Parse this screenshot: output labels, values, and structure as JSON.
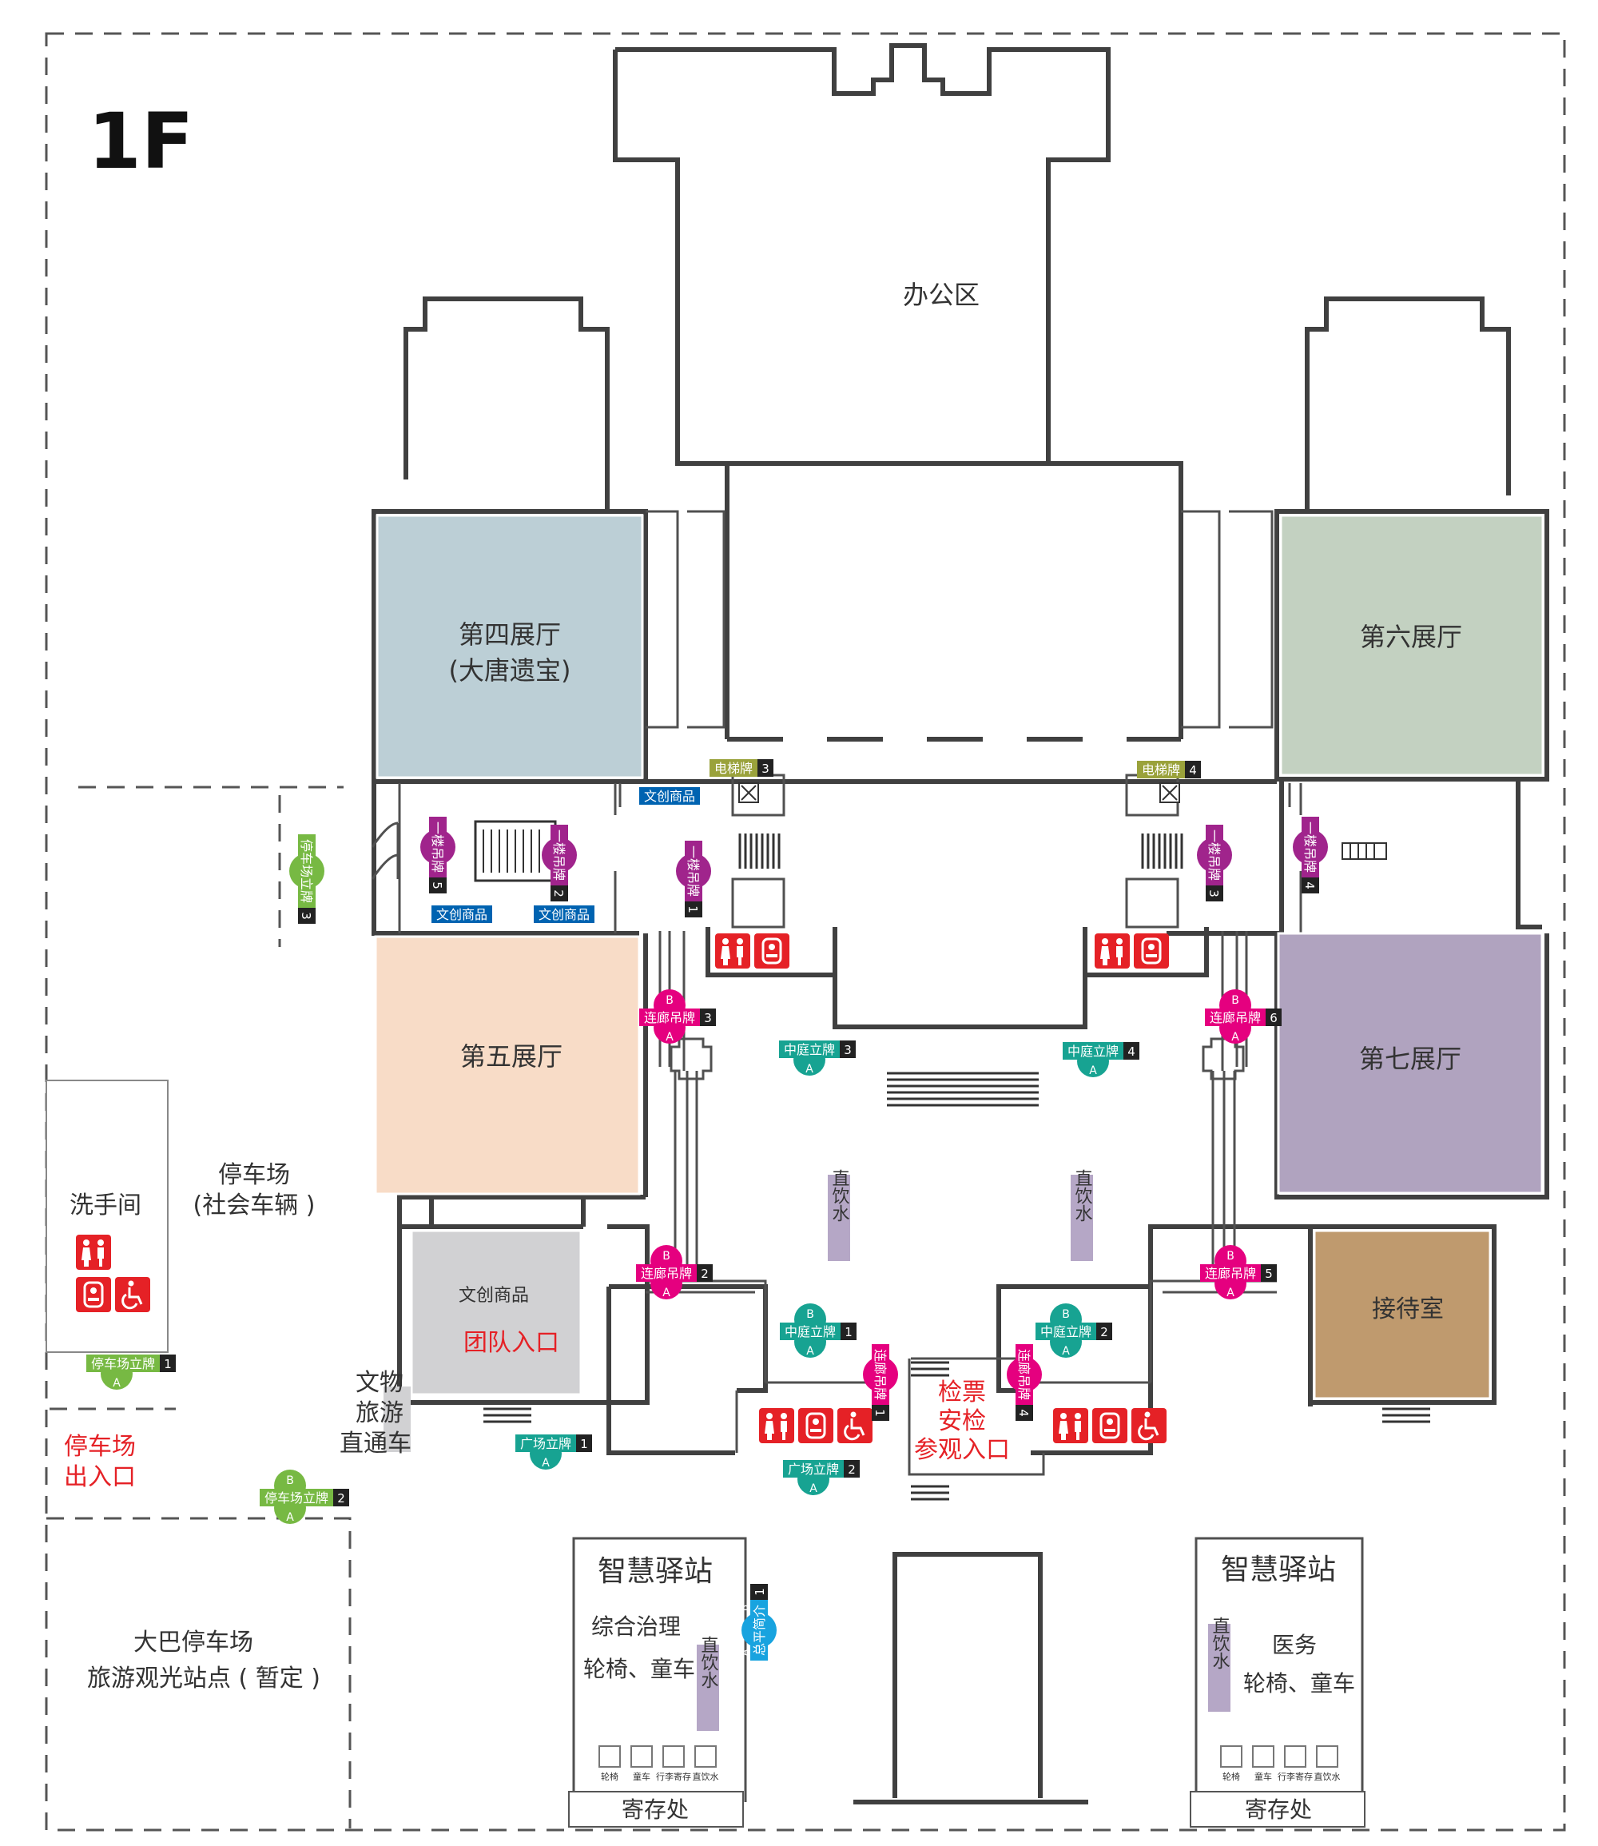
{
  "floor": "1F",
  "colors": {
    "hall4": "#bccfd6",
    "hall5": "#f8dcc7",
    "hall6": "#c3d1c1",
    "hall7": "#b0a3bf",
    "reception": "#bf9a6e",
    "shop_room": "#d1d1d3",
    "restroom_red": "#e52126",
    "hanging_sign": "#a0248c",
    "corridor_sign": "#e5007f",
    "atrium_sign": "#17a392",
    "parking_sign": "#77b943",
    "elevator_sign": "#9aa23b",
    "shop_sign": "#0063b1",
    "intro_sign": "#18a3df",
    "water": "#b5a7c6",
    "red_text": "#e52126"
  },
  "rooms": {
    "office": "办公区",
    "hall4_line1": "第四展厅",
    "hall4_line2": "(大唐遗宝)",
    "hall5": "第五展厅",
    "hall6": "第六展厅",
    "hall7": "第七展厅",
    "reception": "接待室",
    "shop_room": "文创商品",
    "group_entrance": "团队入口",
    "washroom": "洗手间",
    "parking_line1": "停车场",
    "parking_line2": "(社会车辆 )",
    "parking_exit_line1": "停车场",
    "parking_exit_line2": "出入口",
    "bus_line1": "大巴停车场",
    "bus_line2": "旅游观光站点 ( 暂定 )",
    "shuttle_line1": "文物",
    "shuttle_line2": "旅游",
    "shuttle_line3": "直通车",
    "entry_line1": "检票",
    "entry_line2": "安检",
    "entry_line3": "参观入口"
  },
  "stations": {
    "title": "智慧驿站",
    "left_line1": "综合治理",
    "left_line2": "轮椅、童车",
    "right_line1": "医务",
    "right_line2": "轮椅、童车",
    "storage": "寄存处",
    "icon_wheelchair": "轮椅",
    "icon_stroller": "童车",
    "icon_luggage": "行李寄存",
    "icon_water": "直饮水"
  },
  "water_label": "直饮水",
  "signs": {
    "shop": "文创商品",
    "elevator": "电梯牌",
    "hanging": "一楼吊牌",
    "corridor": "连廊吊牌",
    "atrium": "中庭立牌",
    "plaza": "广场立牌",
    "parking": "停车场立牌",
    "intro": "总平简介",
    "face_a": "A",
    "face_b": "B",
    "n1": "1",
    "n2": "2",
    "n3": "3",
    "n4": "4",
    "n5": "5",
    "n6": "6"
  },
  "icons": [
    "male-female-restroom-icon",
    "baby-care-icon",
    "accessible-toilet-icon",
    "elevator-icon",
    "escalator-icon",
    "stairs-icon",
    "door-icon"
  ]
}
